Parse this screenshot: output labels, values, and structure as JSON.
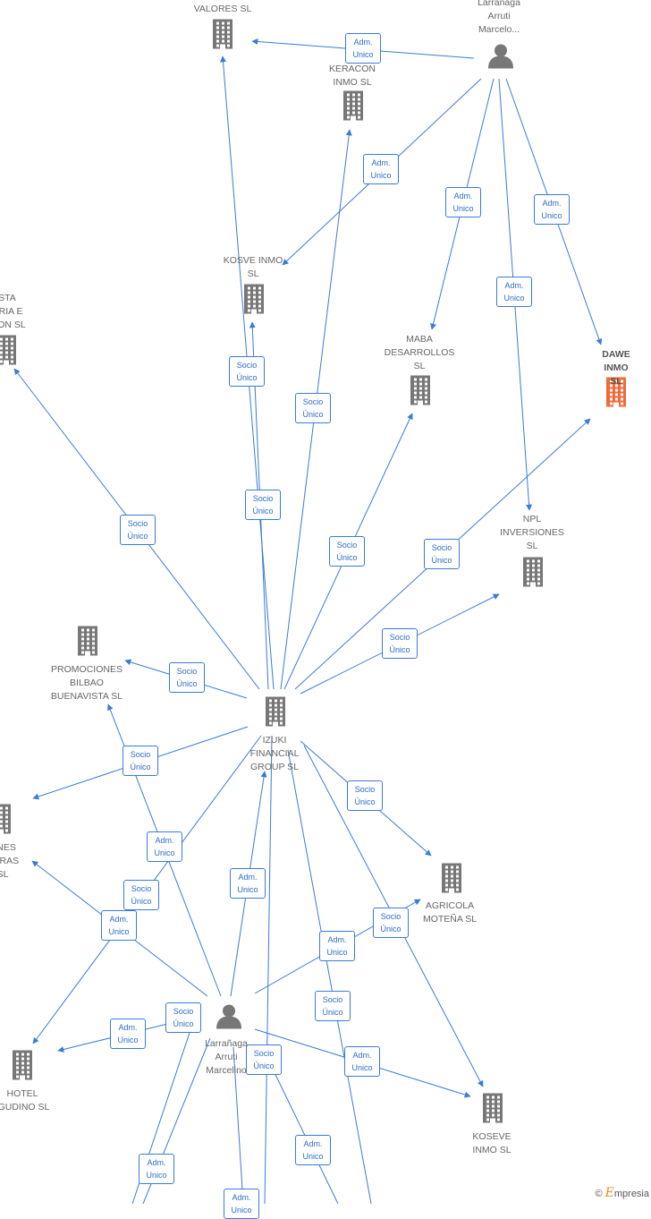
{
  "graph": {
    "colors": {
      "edge": "#3a7bd5",
      "node": "#777777",
      "highlight": "#f26a3a"
    },
    "nodes": [
      {
        "id": "valores",
        "type": "company",
        "label": "VALORES  SL"
      },
      {
        "id": "marcelo_top",
        "type": "person",
        "label": "Larrañaga\nArruti\nMarcelo..."
      },
      {
        "id": "keracon",
        "type": "company",
        "label": "KERACON\nINMO  SL"
      },
      {
        "id": "kosve",
        "type": "company",
        "label": "KOSVE INMO\nSL"
      },
      {
        "id": "left_top",
        "type": "company",
        "label": "STA\nORIA E\nSION SL"
      },
      {
        "id": "maba",
        "type": "company",
        "label": "MABA\nDESARROLLOS\nSL"
      },
      {
        "id": "dawe",
        "type": "company",
        "label": "DAWE\nINMO  SL",
        "highlight": true
      },
      {
        "id": "npl",
        "type": "company",
        "label": "NPL\nINVERSIONES\nSL"
      },
      {
        "id": "promociones",
        "type": "company",
        "label": "PROMOCIONES\nBILBAO\nBUENAVISTA  SL"
      },
      {
        "id": "izuki",
        "type": "company",
        "label": "IZUKI\nFINANCIAL\nGROUP  SL"
      },
      {
        "id": "left_mid",
        "type": "company",
        "label": "ONES\nDERAS\nSL"
      },
      {
        "id": "agricola",
        "type": "company",
        "label": "AGRICOLA\nMOTEÑA  SL"
      },
      {
        "id": "marcelino",
        "type": "person",
        "label": "Larrañaga\nArruti\nMarcelino"
      },
      {
        "id": "hotel",
        "type": "company",
        "label": "HOTEL\nIGUDINO  SL"
      },
      {
        "id": "koseve",
        "type": "company",
        "label": "KOSEVE\nINMO  SL"
      }
    ],
    "edges": [
      {
        "from": "marcelo_top",
        "to": "valores",
        "label": "Adm.\nUnico"
      },
      {
        "from": "marcelo_top",
        "to": "kosve",
        "label": "Adm.\nUnico"
      },
      {
        "from": "marcelo_top",
        "to": "maba",
        "label": "Adm.\nUnico"
      },
      {
        "from": "marcelo_top",
        "to": "dawe",
        "label": "Adm.\nUnico"
      },
      {
        "from": "marcelo_top",
        "to": "npl",
        "label": "Adm.\nUnico"
      },
      {
        "from": "izuki",
        "to": "kosve",
        "label": "Socio\nÚnico"
      },
      {
        "from": "izuki",
        "to": "keracon",
        "label": "Socio\nÚnico"
      },
      {
        "from": "izuki",
        "to": "valores",
        "label": "Socio\nÚnico"
      },
      {
        "from": "izuki",
        "to": "left_top",
        "label": "Socio\nÚnico"
      },
      {
        "from": "izuki",
        "to": "maba",
        "label": "Socio\nÚnico"
      },
      {
        "from": "izuki",
        "to": "dawe",
        "label": "Socio\nÚnico"
      },
      {
        "from": "izuki",
        "to": "npl",
        "label": "Socio\nÚnico"
      },
      {
        "from": "izuki",
        "to": "promociones",
        "label": "Socio\nÚnico"
      },
      {
        "from": "izuki",
        "to": "left_mid",
        "label": "Socio\nÚnico"
      },
      {
        "from": "izuki",
        "to": "agricola",
        "label": "Socio\nÚnico"
      },
      {
        "from": "izuki",
        "to": "hotel",
        "label": "Socio\nÚnico"
      },
      {
        "from": "izuki",
        "to": "koseve",
        "label": "Socio\nÚnico"
      },
      {
        "from": "marcelino",
        "to": "promociones",
        "label": "Adm.\nUnico"
      },
      {
        "from": "marcelino",
        "to": "izuki",
        "label": "Adm.\nUnico"
      },
      {
        "from": "marcelino",
        "to": "left_mid",
        "label": "Adm.\nUnico"
      },
      {
        "from": "marcelino",
        "to": "agricola",
        "label": "Adm.\nUnico"
      },
      {
        "from": "marcelino",
        "to": "hotel",
        "label": "Adm.\nUnico"
      },
      {
        "from": "marcelino",
        "to": "koseve",
        "label": "Adm.\nUnico"
      },
      {
        "from": "marcelino",
        "to": "offscreen_a",
        "label": "Socio\nÚnico"
      },
      {
        "from": "marcelino",
        "to": "offscreen_b",
        "label": "Adm.\nUnico"
      },
      {
        "from": "izuki",
        "to": "offscreen_c",
        "label": "Socio\nÚnico"
      }
    ]
  },
  "footer": {
    "copyright": "©",
    "brand_first": "E",
    "brand_rest": "mpresia"
  }
}
